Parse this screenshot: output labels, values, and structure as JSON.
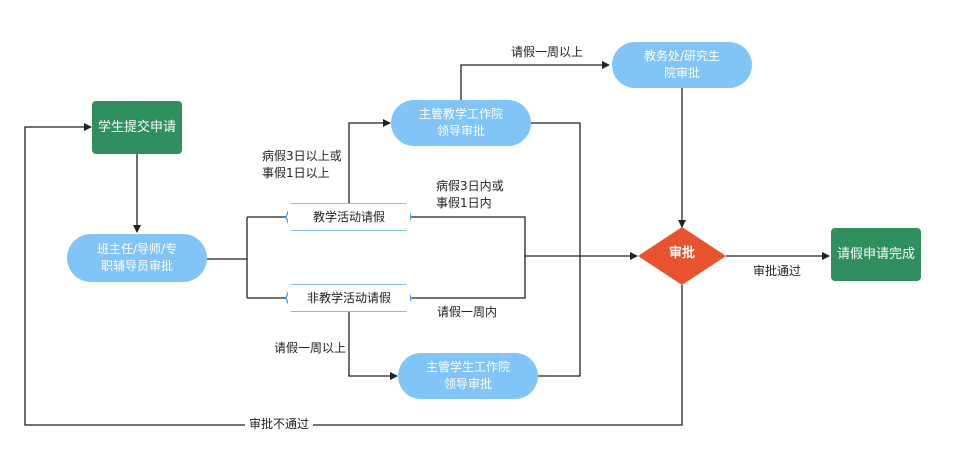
{
  "nodes": {
    "submit": "学生提交申请",
    "advisor": [
      "班主任/导师/专",
      "职辅导员审批"
    ],
    "teach_leader": [
      "主管教学工作院",
      "领导审批"
    ],
    "affairs": [
      "教务处/研究生",
      "院审批"
    ],
    "student_leader": [
      "主管学生工作院",
      "领导审批"
    ],
    "teaching_leave": "教学活动请假",
    "non_teaching_leave": "非教学活动请假",
    "approve": "审批",
    "complete": "请假申请完成"
  },
  "labels": {
    "over_week_top": "请假一周以上",
    "sick_over": [
      "病假3日以上或",
      "事假1日以上"
    ],
    "sick_within": [
      "病假3日内或",
      "事假1日内"
    ],
    "within_week": "请假一周内",
    "over_week_bottom": "请假一周以上",
    "passed": "审批通过",
    "rejected": "审批不通过"
  },
  "colors": {
    "green": "#2f8f5e",
    "blue": "#80c4f8",
    "diamond": "#e8532f",
    "hex_border": "#3b9bea",
    "line": "#222222"
  }
}
